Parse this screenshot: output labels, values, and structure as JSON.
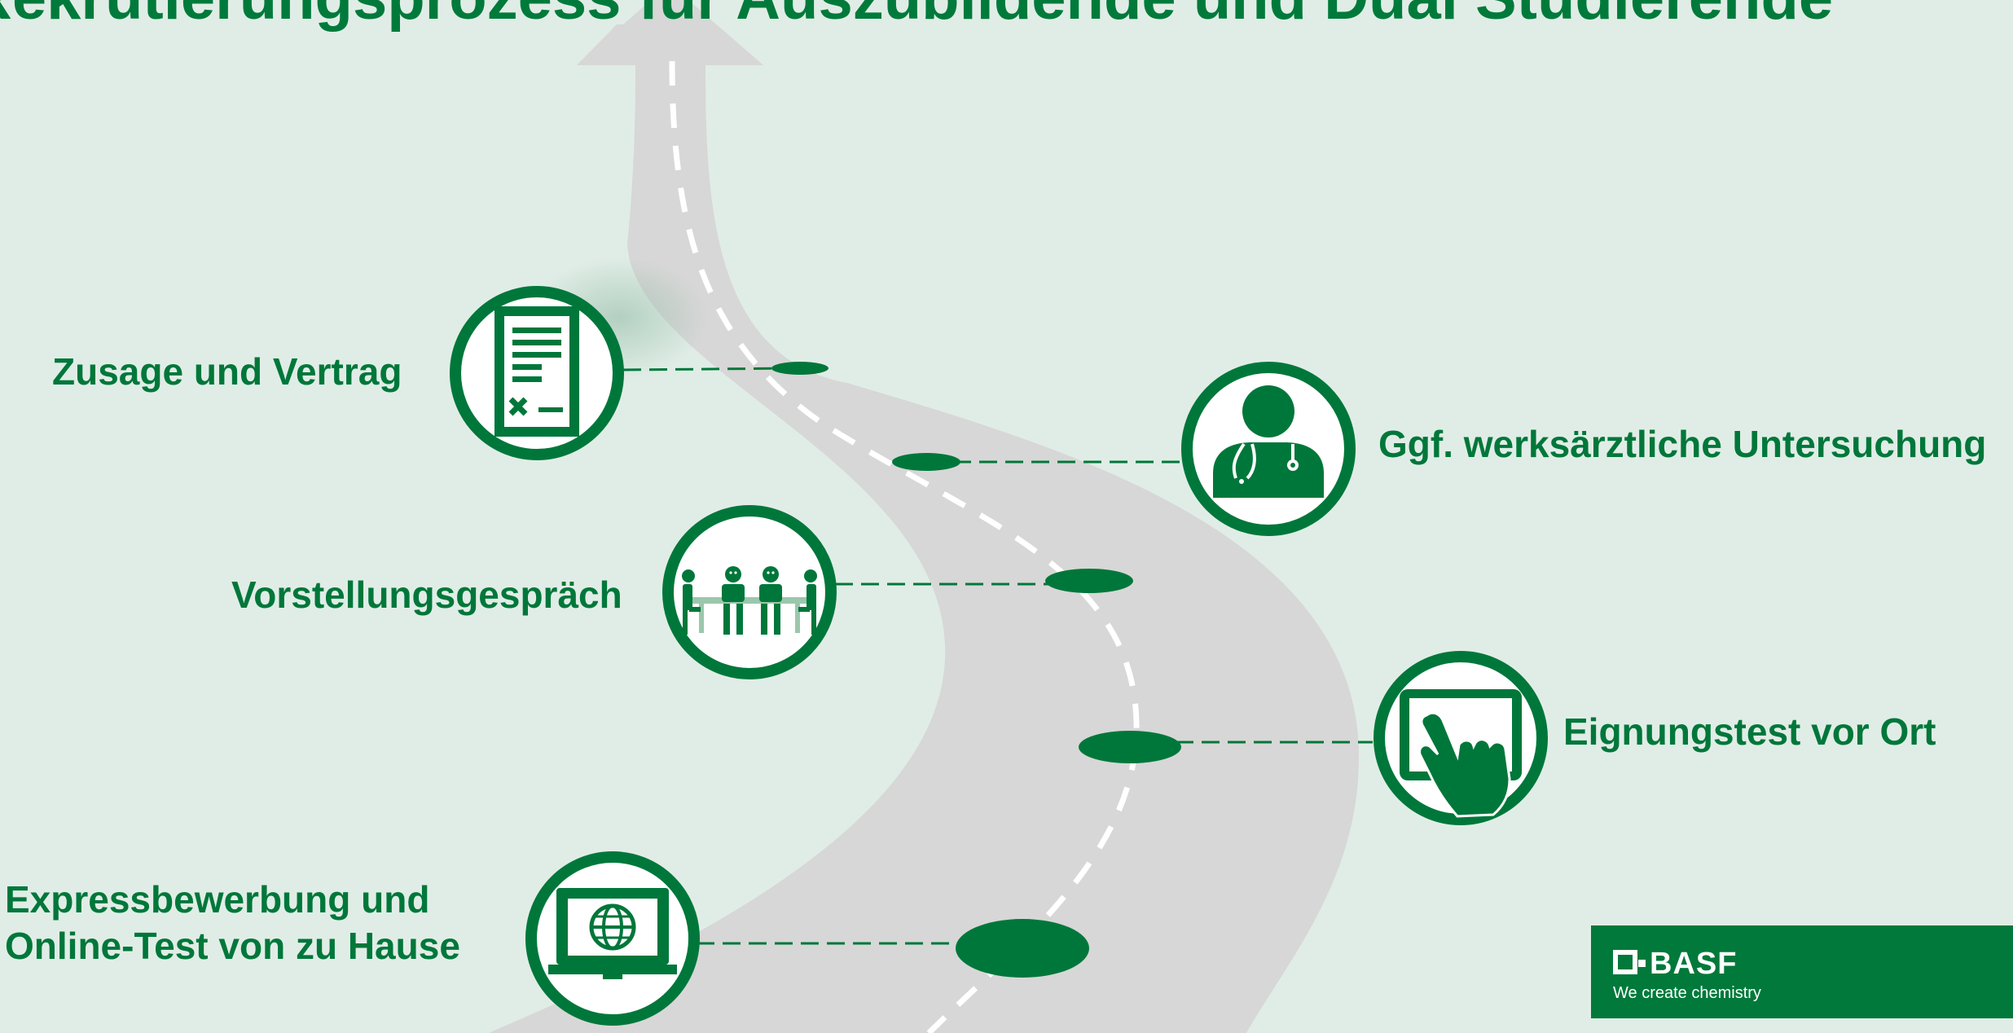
{
  "title": "Rekrutierungsprozess für Auszubildende und Dual Studierende",
  "steps": [
    {
      "label_lines": [
        "Expressbewerbung und",
        "Online-Test von zu Hause"
      ],
      "icon": "monitor-globe-icon"
    },
    {
      "label_lines": [
        "Eignungstest vor Ort"
      ],
      "icon": "tablet-touch-icon"
    },
    {
      "label_lines": [
        "Vorstellungsgespräch"
      ],
      "icon": "meeting-table-icon"
    },
    {
      "label_lines": [
        "Ggf. werksärztliche Untersuchung"
      ],
      "icon": "doctor-icon"
    },
    {
      "label_lines": [
        "Zusage und Vertrag"
      ],
      "icon": "contract-document-icon"
    }
  ],
  "logo": {
    "wordmark": "BASF",
    "tagline": "We create chemistry"
  },
  "colors": {
    "background": "#e0ede6",
    "road": "#d7d7d7",
    "accent": "#00773a",
    "road_marking": "#ffffff"
  }
}
